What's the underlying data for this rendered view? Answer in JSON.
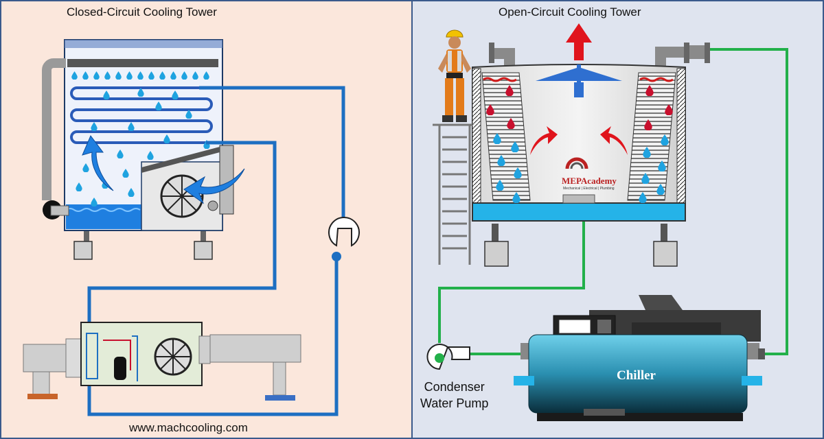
{
  "left_panel": {
    "title": "Closed-Circuit Cooling Tower",
    "footer_url": "www.machcooling.com",
    "background": "#fbe7dc"
  },
  "right_panel": {
    "title": "Open-Circuit Cooling Tower",
    "background": "#dfe4ef",
    "pump_label_line1": "Condenser",
    "pump_label_line2": "Water Pump",
    "chiller_label": "Chiller",
    "logo_text": "MEPAcademy",
    "logo_subtext": "Mechanical | Electrical | Plumbing"
  },
  "colors": {
    "closed_loop_pipe": "#1d6fc2",
    "condenser_loop_pipe": "#22b04a",
    "water_drop": "#1fa3e0",
    "hot_drop": "#c8102e",
    "airflow_arrow": "#e0141c",
    "chiller_body": "#2a8fb0"
  }
}
